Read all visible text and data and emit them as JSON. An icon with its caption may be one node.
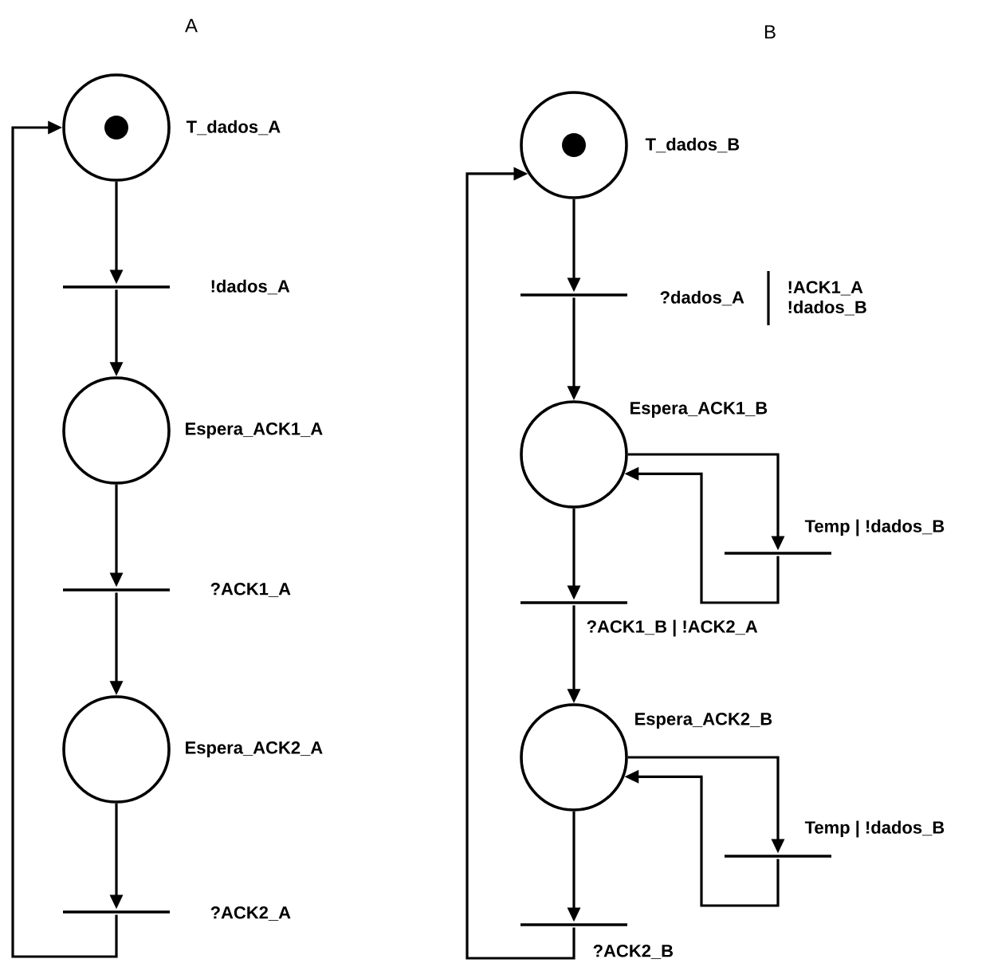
{
  "diagram": {
    "nodes": [
      {
        "text": [],
        "shape": "circle",
        "beside": [
          "T_dados_A"
        ]
      },
      {
        "text": [],
        "shape": "circle",
        "in": 0
      },
      {
        "text": [],
        "shape": "bar",
        "beside": [
          "!dados_A"
        ]
      },
      {
        "text": [],
        "shape": "circle",
        "beside": [
          "Espera_ACK1_A"
        ]
      },
      {
        "text": [],
        "shape": "bar",
        "beside": [
          "?ACK1_A"
        ]
      },
      {
        "text": [],
        "shape": "circle",
        "beside": [
          "Espera_ACK2_A"
        ]
      },
      {
        "text": [],
        "shape": "bar",
        "beside": [
          "?ACK2_A"
        ]
      },
      {
        "text": [],
        "shape": "circle",
        "beside": [
          "T_dados_B"
        ]
      },
      {
        "text": [],
        "shape": "circle",
        "in": 7
      },
      {
        "text": [],
        "shape": "bar",
        "beside": [
          "?dados_A",
          "!ACK1_A !dados_B"
        ]
      },
      {
        "text": [],
        "shape": "circle",
        "beside": [
          "Espera_ACK1_B"
        ]
      },
      {
        "text": [],
        "shape": "bar",
        "beside": [
          "Temp | !dados_B"
        ]
      },
      {
        "text": [],
        "shape": "bar",
        "beside": [
          "?ACK1_B | !ACK2_A"
        ]
      },
      {
        "text": [],
        "shape": "circle",
        "beside": [
          "Espera_ACK2_B"
        ]
      },
      {
        "text": [],
        "shape": "bar",
        "beside": [
          "Temp | !dados_B"
        ]
      },
      {
        "text": [],
        "shape": "bar",
        "beside": [
          "?ACK2_B"
        ]
      }
    ],
    "edges": [
      {
        "from": 0,
        "to": 2,
        "arrow": "to"
      },
      {
        "from": 2,
        "to": 3,
        "arrow": "to"
      },
      {
        "from": 3,
        "to": 4,
        "arrow": "to"
      },
      {
        "from": 4,
        "to": 5,
        "arrow": "to"
      },
      {
        "from": 5,
        "to": 6,
        "arrow": "to"
      },
      {
        "from": 6,
        "to": 0,
        "arrow": "to"
      },
      {
        "from": 7,
        "to": 9,
        "arrow": "to"
      },
      {
        "from": 9,
        "to": 10,
        "arrow": "to"
      },
      {
        "from": 10,
        "to": 11,
        "arrow": "to"
      },
      {
        "from": 11,
        "to": 10,
        "arrow": "to"
      },
      {
        "from": 10,
        "to": 12,
        "arrow": "to"
      },
      {
        "from": 12,
        "to": 13,
        "arrow": "to"
      },
      {
        "from": 13,
        "to": 14,
        "arrow": "to"
      },
      {
        "from": 14,
        "to": 13,
        "arrow": "to"
      },
      {
        "from": 13,
        "to": 15,
        "arrow": "to"
      },
      {
        "from": 15,
        "to": 7,
        "arrow": "to"
      }
    ],
    "labels": [
      "A",
      "B"
    ]
  }
}
